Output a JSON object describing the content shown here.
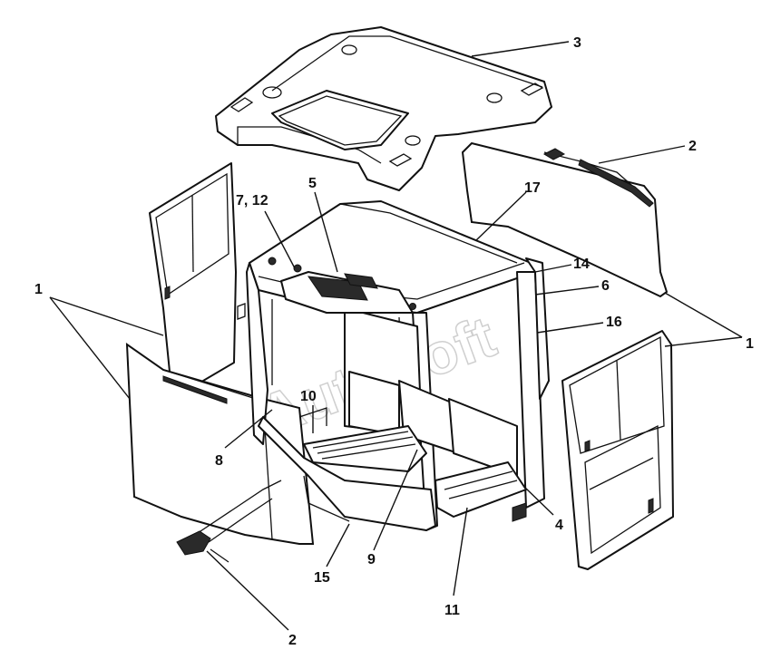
{
  "watermark": "AutoSoft",
  "callouts": {
    "c1_left": "1",
    "c1_right": "1",
    "c2_top": "2",
    "c2_bottom": "2",
    "c3": "3",
    "c4": "4",
    "c5": "5",
    "c6": "6",
    "c7_12": "7, 12",
    "c8": "8",
    "c9": "9",
    "c10": "10",
    "c11": "11",
    "c14": "14",
    "c15": "15",
    "c16": "16",
    "c17": "17"
  }
}
